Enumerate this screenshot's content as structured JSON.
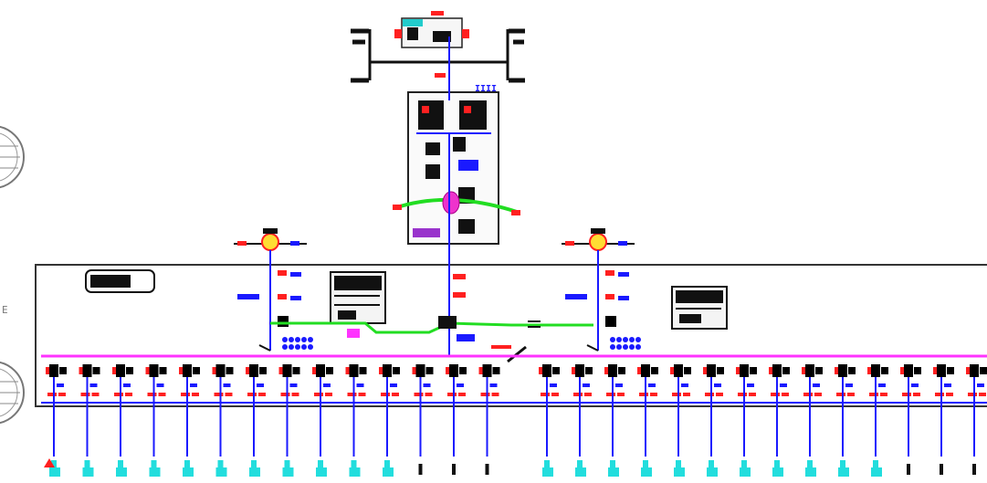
{
  "drawing": {
    "side_label": "E",
    "colors": {
      "background": "#ffffff",
      "frame": "#333333",
      "feeder_line": "#1a1aff",
      "busbar": "#ff33ff",
      "tie_line": "#22dd22",
      "breaker_mark": "#ff2020",
      "cable_tag": "#22dddd",
      "switch_body": "#000000",
      "seal": "#777777"
    },
    "icons": [
      "circular-seal-icon",
      "switch-symbol-icon",
      "transformer-icon",
      "breaker-symbol-icon",
      "cable-tag-icon",
      "panel-box-icon"
    ],
    "feeder_groups": {
      "left_count": 14,
      "right_count": 14
    }
  }
}
